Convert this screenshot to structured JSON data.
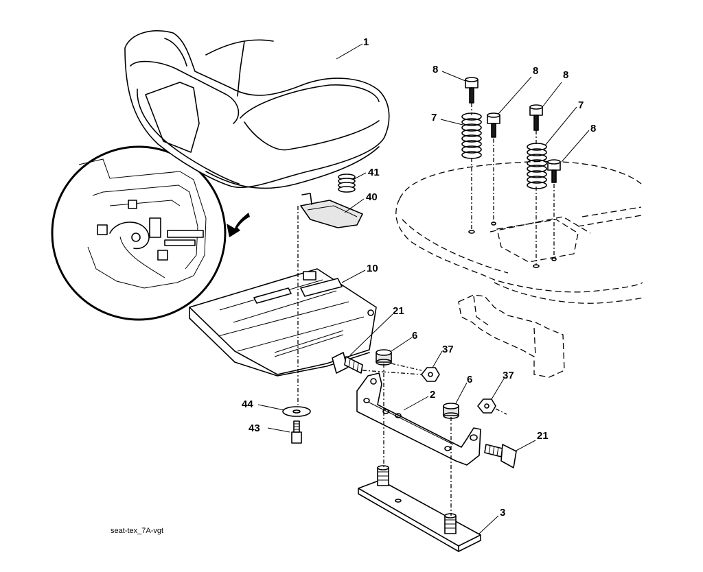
{
  "callouts": {
    "seat": "1",
    "seat_pan_bracket": "2",
    "seat_base_plate": "3",
    "left_bolt": "8",
    "center_bolt": "8",
    "right_bolt": "8",
    "rear_bolt": "8",
    "left_spring": "7",
    "right_spring": "7",
    "pan": "10",
    "left_carriage_bolt": "21",
    "right_carriage_bolt": "21",
    "left_bushing": "6",
    "right_bushing": "6",
    "left_nut": "37",
    "right_nut": "37",
    "small_spring": "41",
    "switch_clip": "40",
    "washer": "44",
    "screw": "43"
  },
  "caption": "seat-tex_7A-vgt"
}
